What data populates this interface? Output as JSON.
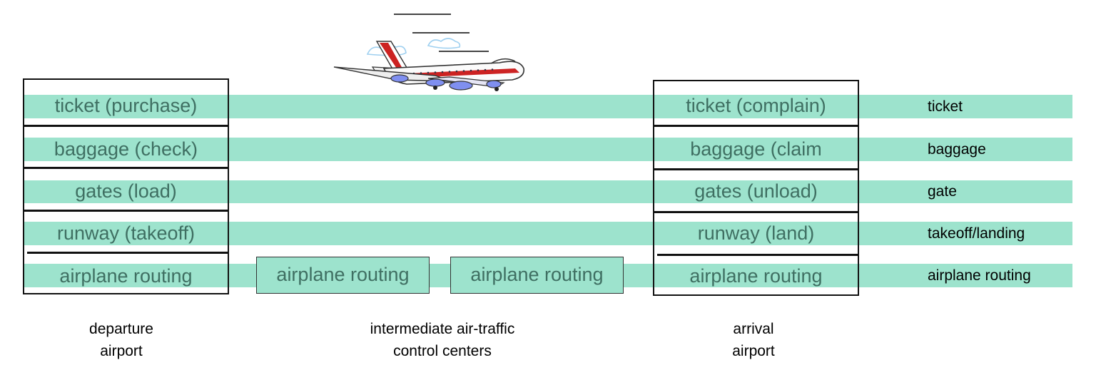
{
  "departure": {
    "layers": [
      "ticket (purchase)",
      "baggage (check)",
      "gates (load)",
      "runway (takeoff)",
      "airplane routing"
    ],
    "caption_line1": "departure",
    "caption_line2": "airport"
  },
  "intermediate": {
    "boxes": [
      "airplane routing",
      "airplane routing"
    ],
    "caption_line1": "intermediate air-traffic",
    "caption_line2": "control centers"
  },
  "arrival": {
    "layers": [
      "ticket (complain)",
      "baggage (claim",
      "gates (unload)",
      "runway (land)",
      "airplane routing"
    ],
    "caption_line1": "arrival",
    "caption_line2": "airport"
  },
  "functions": [
    "ticket",
    "baggage",
    "gate",
    "takeoff/landing",
    "airplane routing"
  ],
  "colors": {
    "band": "#9de3cd",
    "layer_text": "#3f6f62",
    "border": "#111111",
    "plane_stripe": "#cc2222",
    "plane_engine": "#7f8ff0"
  },
  "icon": "airplane-icon"
}
